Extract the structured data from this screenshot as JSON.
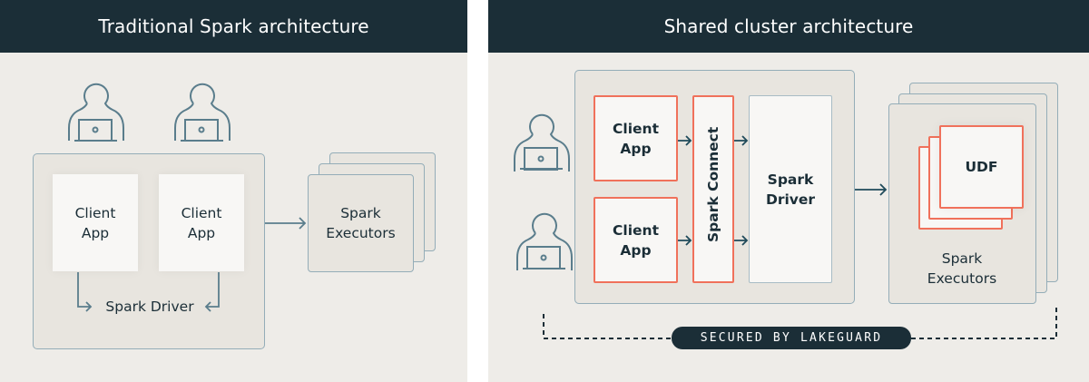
{
  "left_panel": {
    "title": "Traditional Spark architecture",
    "users": [
      {
        "icon": "user-laptop-icon"
      },
      {
        "icon": "user-laptop-icon"
      }
    ],
    "client_apps": [
      {
        "line1": "Client",
        "line2": "App"
      },
      {
        "line1": "Client",
        "line2": "App"
      }
    ],
    "driver_label": "Spark Driver",
    "executors": {
      "line1": "Spark",
      "line2": "Executors"
    }
  },
  "right_panel": {
    "title": "Shared cluster architecture",
    "users": [
      {
        "icon": "user-laptop-icon"
      },
      {
        "icon": "user-laptop-icon"
      }
    ],
    "client_apps": [
      {
        "line1": "Client",
        "line2": "App"
      },
      {
        "line1": "Client",
        "line2": "App"
      }
    ],
    "spark_connect": "Spark Connect",
    "driver": {
      "line1": "Spark",
      "line2": "Driver"
    },
    "udf_label": "UDF",
    "executors": {
      "line1": "Spark",
      "line2": "Executors"
    },
    "security_badge": "SECURED BY LAKEGUARD"
  },
  "colors": {
    "header_bg": "#1b2e37",
    "panel_bg": "#eeece8",
    "container_bg": "#e8e5df",
    "stroke": "#94adb8",
    "icon_stroke": "#5a7d8c",
    "highlight": "#f0715b",
    "text": "#1b2e37"
  }
}
